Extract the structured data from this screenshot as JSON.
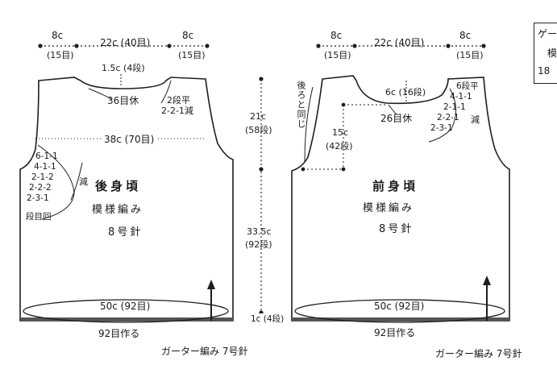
{
  "back": {
    "top_dims": [
      "8c",
      "22c (40目)",
      "8c"
    ],
    "top_counts": [
      "(15目)",
      "(15目)"
    ],
    "neck_depth": "1.5c (4段)",
    "neck_bind": "36目休",
    "neck_rows": [
      "2段平",
      "2-2-1減"
    ],
    "width_mid": "38c (70目)",
    "armhole_rows": [
      "6-1-1",
      "4-1-1",
      "2-1-2",
      "2-2-2",
      "2-3-1",
      "段目回"
    ],
    "armhole_dec": "減",
    "title": "後身頃",
    "pattern": "模様編み",
    "needle": "8号針",
    "bottom_width": "50c (92目)",
    "cast_on": "92目作る",
    "border": "ガーター編み 7号針"
  },
  "center_dims": {
    "upper": "21c",
    "upper_rows": "(58段)",
    "lower": "33.5c",
    "lower_rows": "(92段)",
    "border": "1c (4段)"
  },
  "front": {
    "same_as_back": "後ろと同じ",
    "top_dims": [
      "8c",
      "22c (40目)",
      "8c"
    ],
    "top_counts": [
      "(15目)",
      "(15目)"
    ],
    "neck_depth": "6c (16段)",
    "neck_bind": "26目休",
    "neck_rows": [
      "6段平",
      "4-1-1",
      "2-1-1",
      "2-2-1",
      "2-3-1"
    ],
    "neck_dec": "減",
    "neck_height": "15c",
    "neck_height_rows": "(42段)",
    "title": "前身頃",
    "pattern": "模様編み",
    "needle": "8号針",
    "bottom_width": "50c (92目)",
    "cast_on": "92目作る",
    "border": "ガーター編み 7号針"
  },
  "legend": {
    "lines": [
      "ゲー",
      "模",
      "18"
    ]
  }
}
